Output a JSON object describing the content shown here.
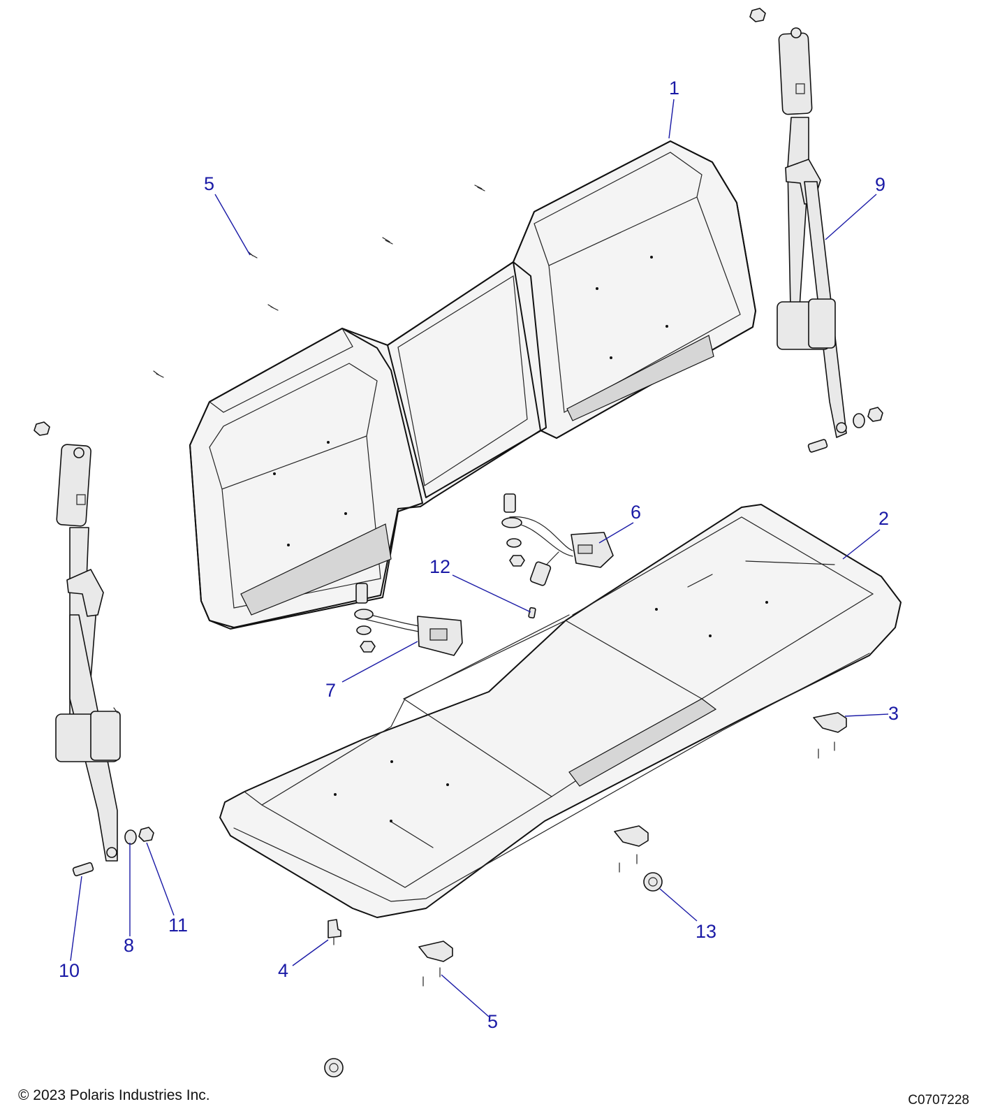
{
  "diagram": {
    "callouts": [
      {
        "id": "1",
        "label": "1"
      },
      {
        "id": "2",
        "label": "2"
      },
      {
        "id": "3",
        "label": "3"
      },
      {
        "id": "4",
        "label": "4"
      },
      {
        "id": "5a",
        "label": "5"
      },
      {
        "id": "5b",
        "label": "5"
      },
      {
        "id": "6",
        "label": "6"
      },
      {
        "id": "7",
        "label": "7"
      },
      {
        "id": "8",
        "label": "8"
      },
      {
        "id": "9",
        "label": "9"
      },
      {
        "id": "10",
        "label": "10"
      },
      {
        "id": "11",
        "label": "11"
      },
      {
        "id": "12",
        "label": "12"
      },
      {
        "id": "13",
        "label": "13"
      }
    ],
    "copyright": "© 2023 Polaris Industries Inc.",
    "drawing_number": "C0707228",
    "colors": {
      "callout": "#1a1aa6",
      "line": "#111111",
      "part_fill": "#f4f4f4"
    }
  }
}
